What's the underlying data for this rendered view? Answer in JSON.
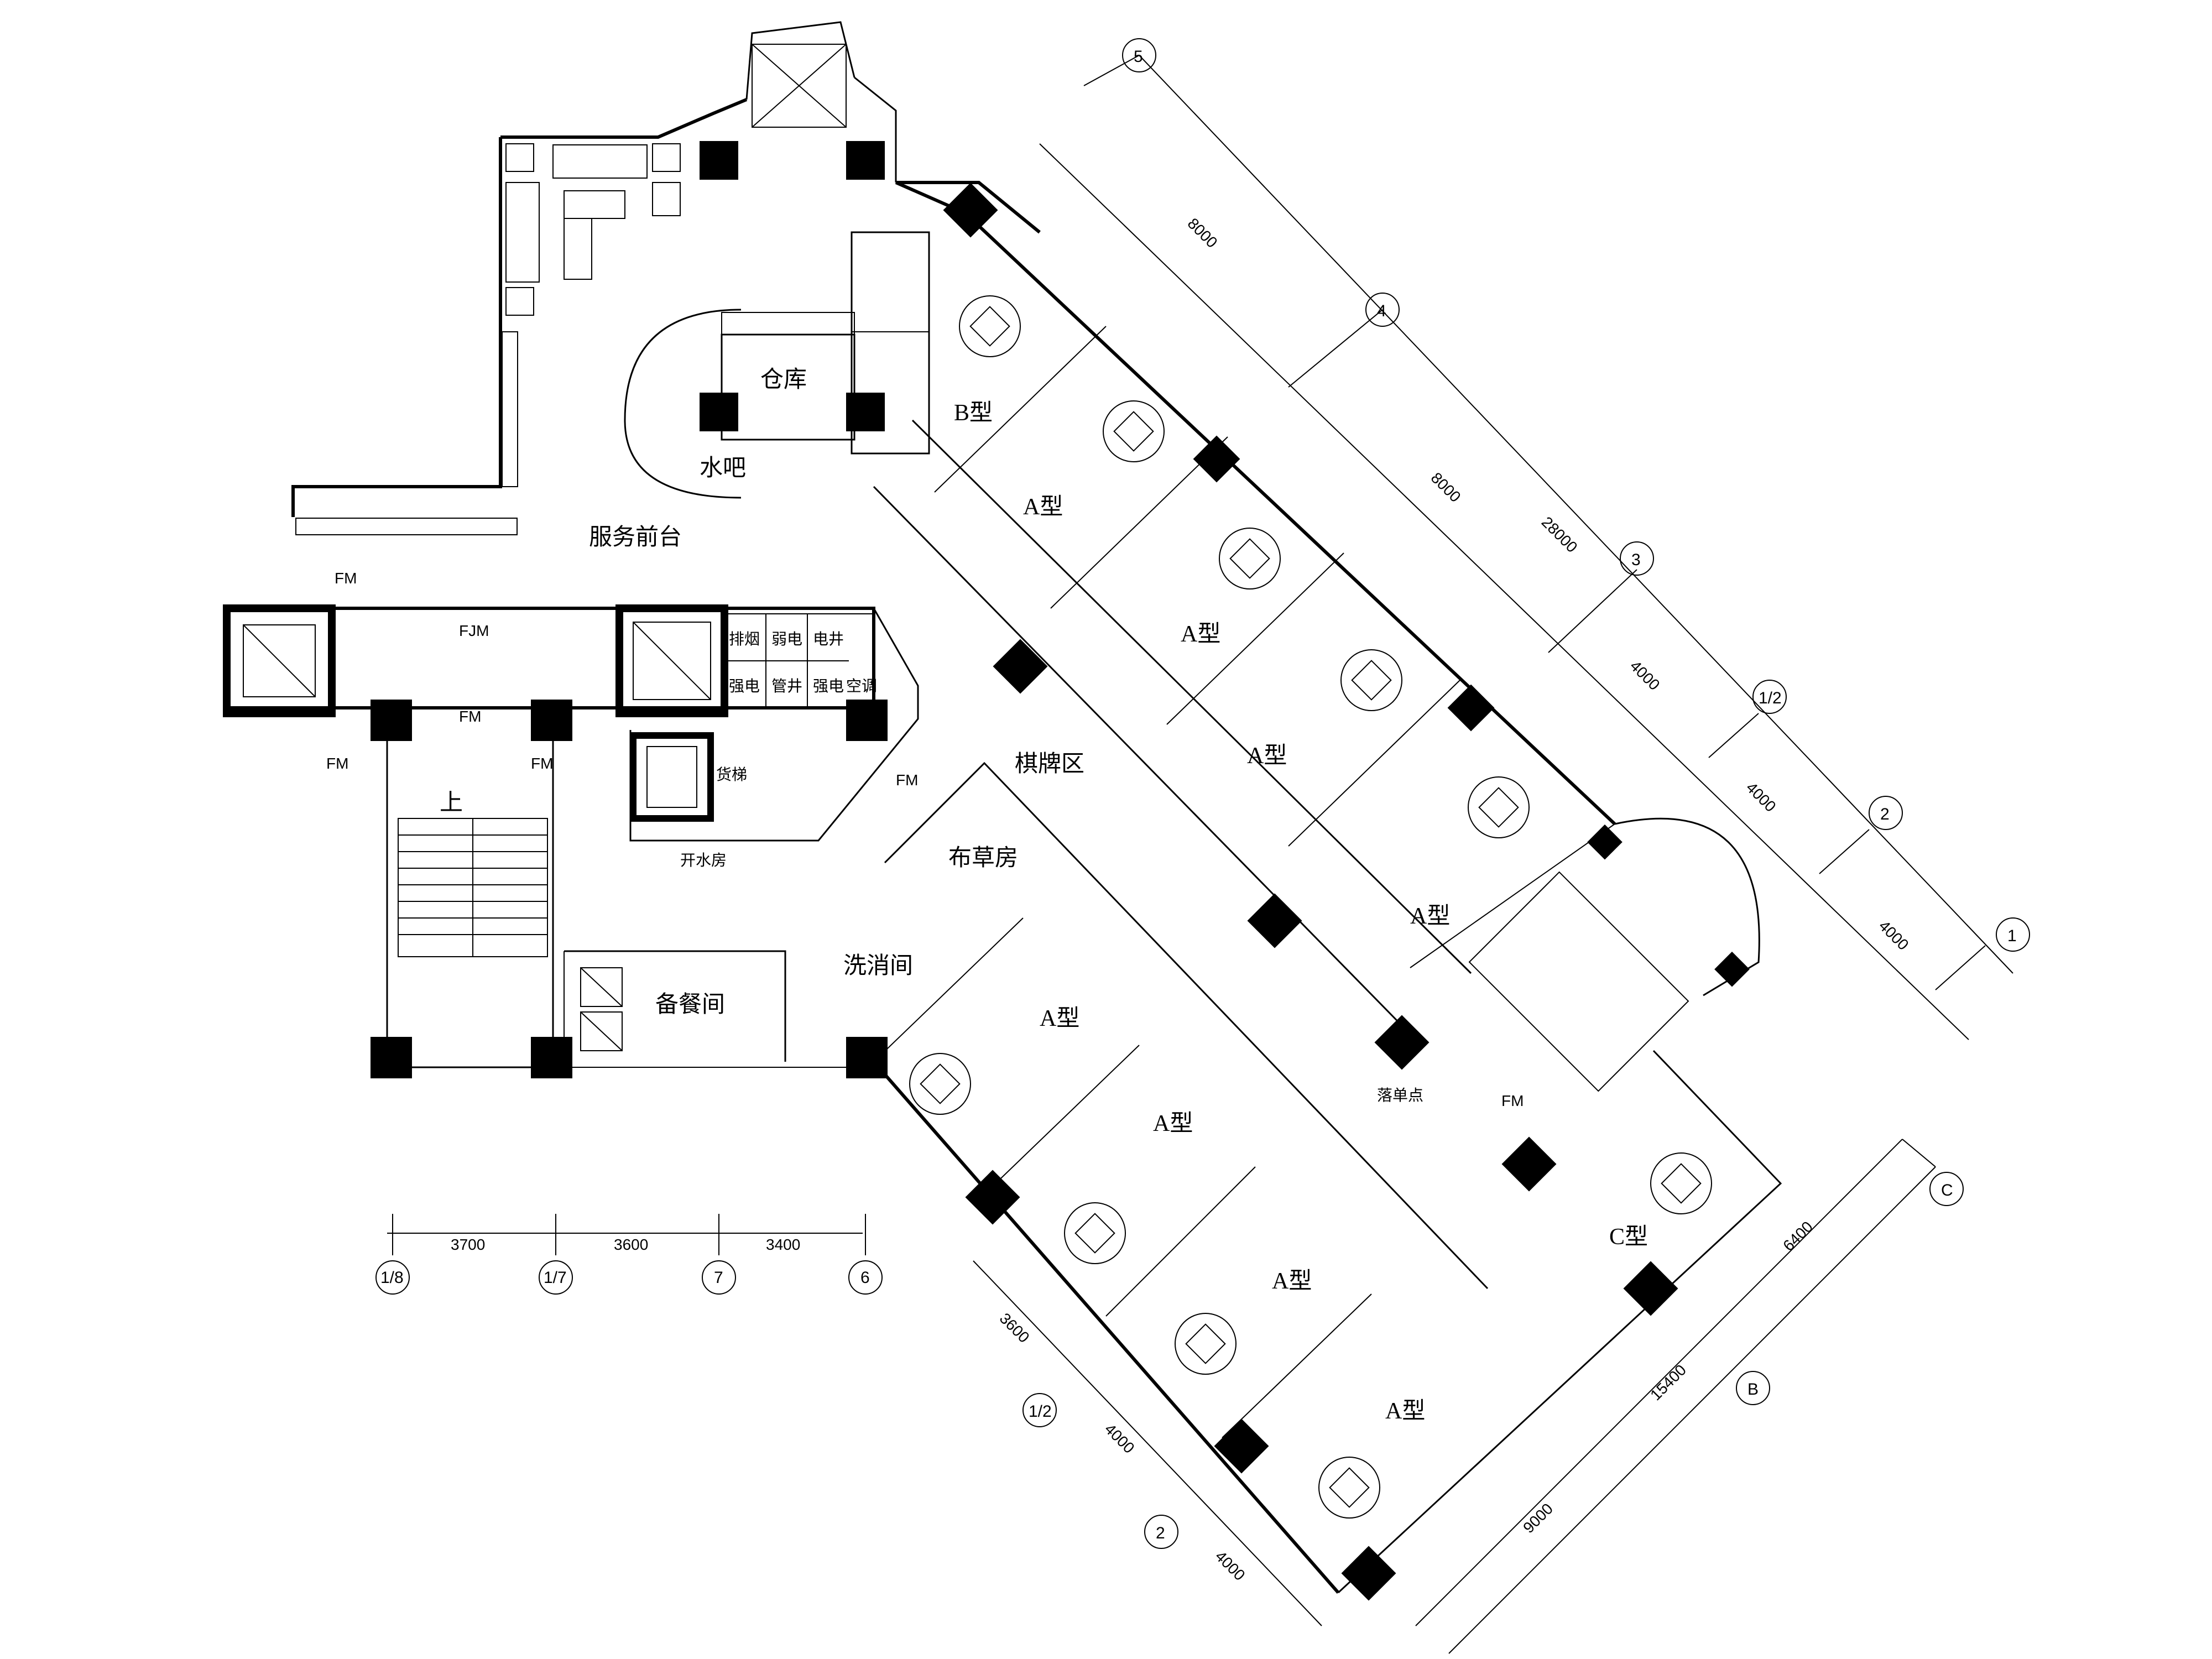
{
  "rooms": {
    "storage": "仓库",
    "water_bar": "水吧",
    "service_desk": "服务前台",
    "fm_left_top": "FM",
    "fjm": "FJM",
    "fm_center": "FM",
    "fm_left": "FM",
    "fm_right": "FM",
    "up": "上",
    "freight_elevator": "货梯",
    "boiling_water_room": "开水房",
    "fm_corridor": "FM",
    "linen_room": "布草房",
    "washing_room": "洗消间",
    "pantry": "备餐间",
    "mahjong_area": "棋牌区",
    "order_point": "落单点",
    "fm_lower": "FM",
    "type_b": "B型",
    "type_a_1": "A型",
    "type_a_2": "A型",
    "type_a_3": "A型",
    "type_a_4": "A型",
    "type_a_5": "A型",
    "type_a_6": "A型",
    "type_a_7": "A型",
    "type_a_8": "A型",
    "type_c": "C型"
  },
  "small_rooms": {
    "r1": "排烟",
    "r2": "弱电",
    "r3": "强电",
    "r4": "管井",
    "r5": "电井",
    "r6": "强电",
    "r7": "空调"
  },
  "dimensions": {
    "bottom": [
      "3700",
      "3600",
      "3400"
    ],
    "right_upper": [
      "8000",
      "8000",
      "28000",
      "4000",
      "4000",
      "4000"
    ],
    "right_lower": [
      "6400",
      "15400",
      "9000",
      "3600",
      "4000",
      "4000"
    ]
  },
  "axes": {
    "bottom": [
      "1/8",
      "1/7",
      "7",
      "6"
    ],
    "right_upper": [
      "5",
      "4",
      "3",
      "1/2",
      "2",
      "1"
    ],
    "right_lower": [
      "C",
      "B",
      "1/2",
      "2"
    ]
  }
}
